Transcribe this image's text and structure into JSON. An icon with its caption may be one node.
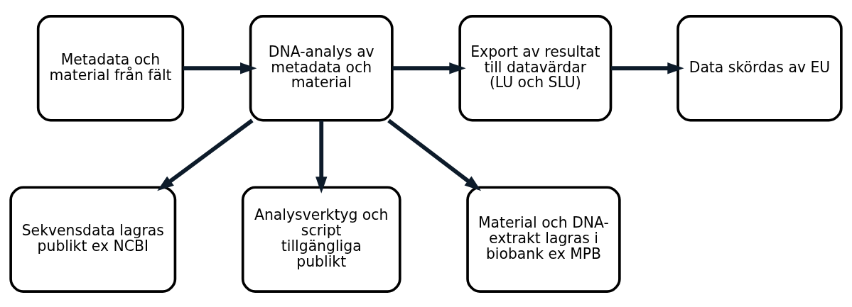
{
  "diagram": {
    "nodes": [
      {
        "text": [
          "Metadata och material från fält"
        ]
      },
      {
        "text": [
          "DNA-analys av metadata och material"
        ]
      },
      {
        "text": [
          "Export av resultat till datavärdar (LU och SLU)"
        ]
      },
      {
        "text": [
          "Data skördas av EU"
        ]
      },
      {
        "text": [
          "Sekvensdata lagras publikt ex NCBI"
        ]
      },
      {
        "text": [
          "Analysverktyg och script tillgängliga publikt"
        ]
      },
      {
        "text": [
          "Material och DNA-extrakt lagras i biobank ex MPB"
        ]
      }
    ],
    "edges": [
      {
        "from": 0,
        "to": 1,
        "arrow": "to"
      },
      {
        "from": 1,
        "to": 2,
        "arrow": "to"
      },
      {
        "from": 2,
        "to": 3,
        "arrow": "to"
      },
      {
        "from": 1,
        "to": 4,
        "arrow": "to"
      },
      {
        "from": 1,
        "to": 5,
        "arrow": "to"
      },
      {
        "from": 1,
        "to": 6,
        "arrow": "to"
      }
    ]
  }
}
